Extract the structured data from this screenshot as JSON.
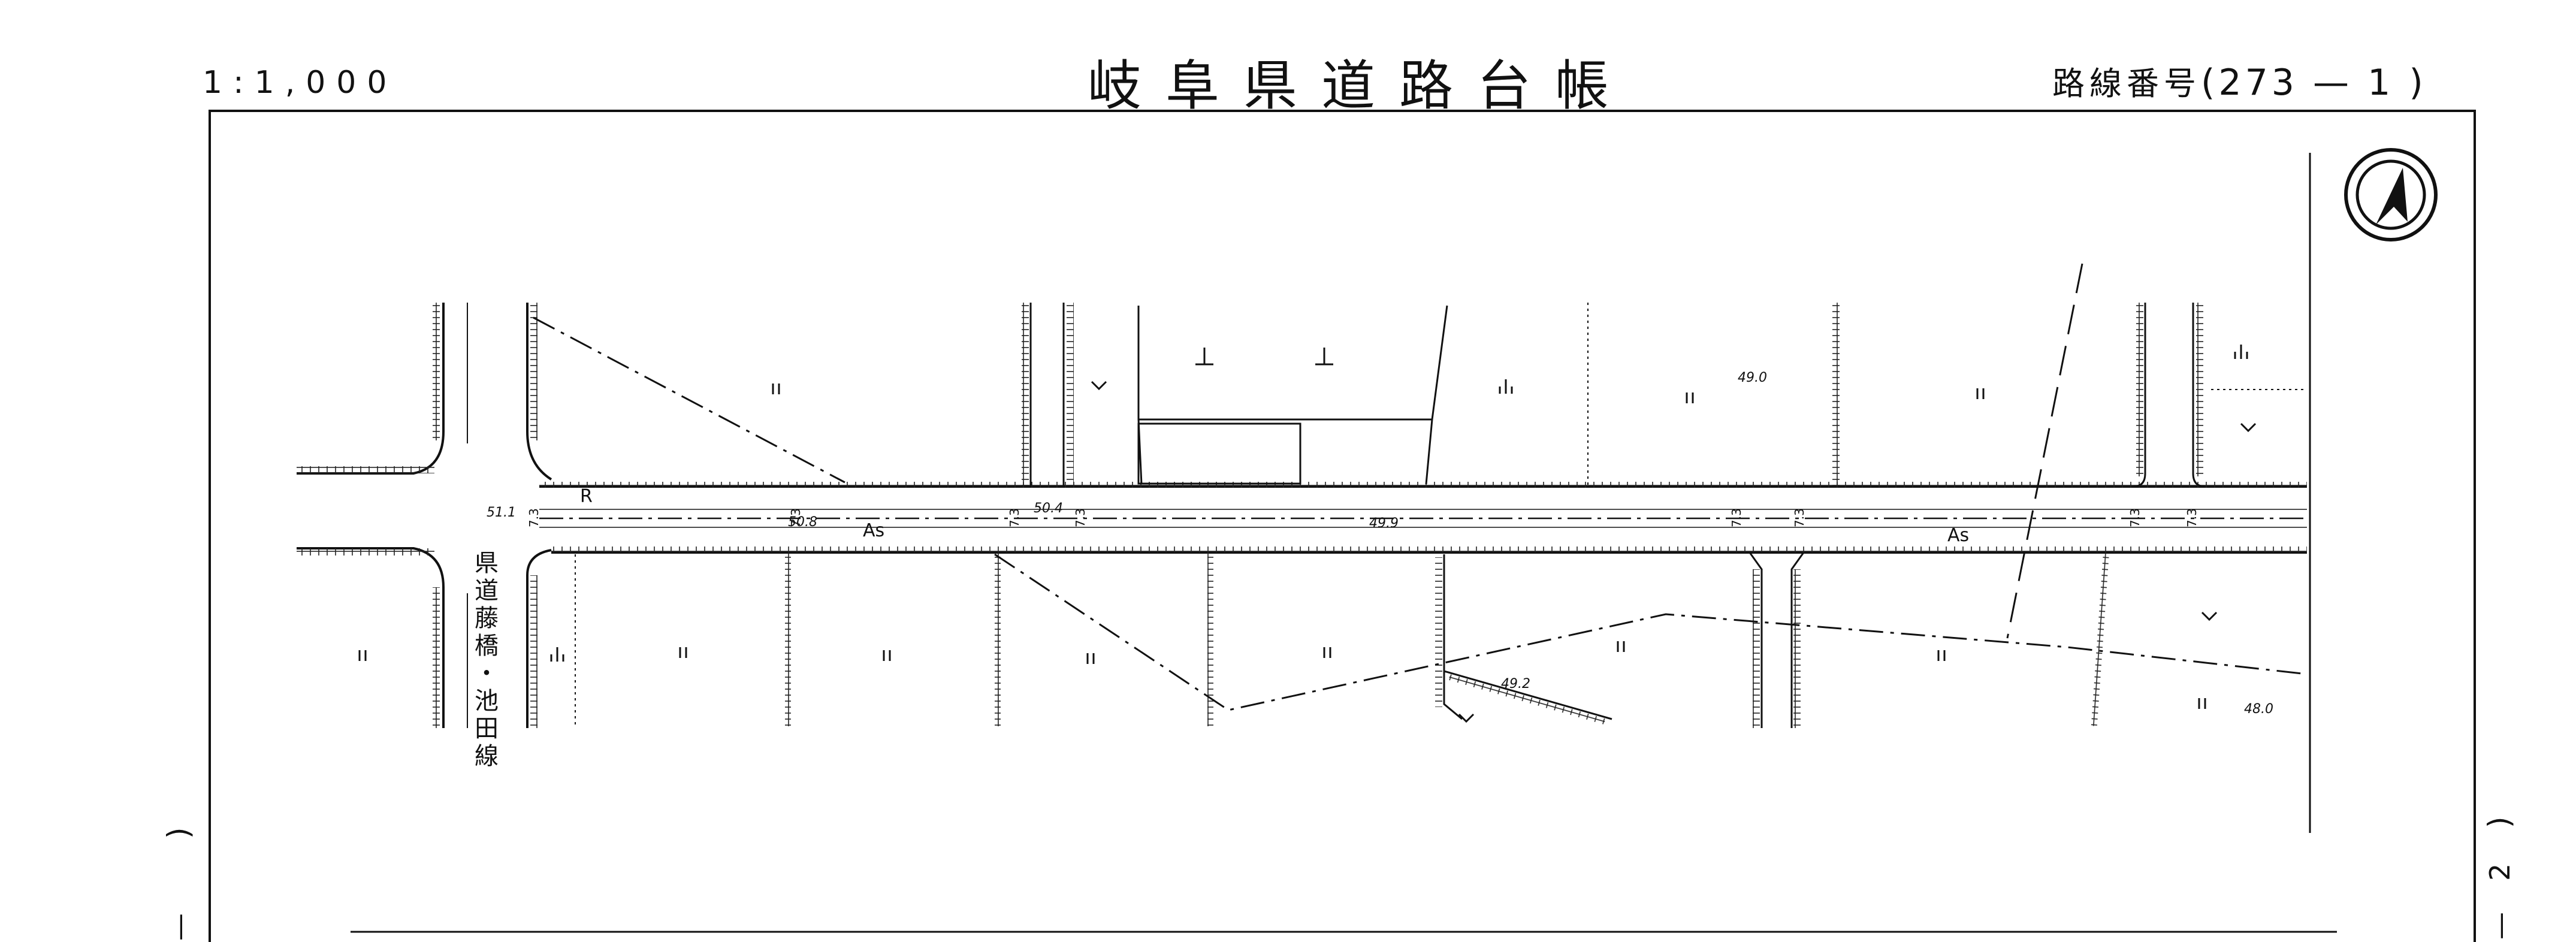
{
  "header": {
    "scale": "1:1,000",
    "title": "岐阜県道路台帳",
    "route_label": "路線番号",
    "route_number": "(273 — 1 )"
  },
  "map": {
    "cross_road_name": "県道藤橋・池田線",
    "surface_labels": [
      "As",
      "As"
    ],
    "road_marker": "R",
    "elevations": [
      "51.1",
      "50.8",
      "50.4",
      "49.9",
      "49.0",
      "49.2",
      "48.0"
    ],
    "widths": [
      "7.3",
      "7.3",
      "7.3",
      "7.3",
      "7.3",
      "7.3",
      "7.3",
      "7.3"
    ],
    "north_arrow": "north-arrow-icon",
    "margin_sheet_marks": [
      "2",
      "—",
      ")",
      ")",
      "—"
    ]
  }
}
